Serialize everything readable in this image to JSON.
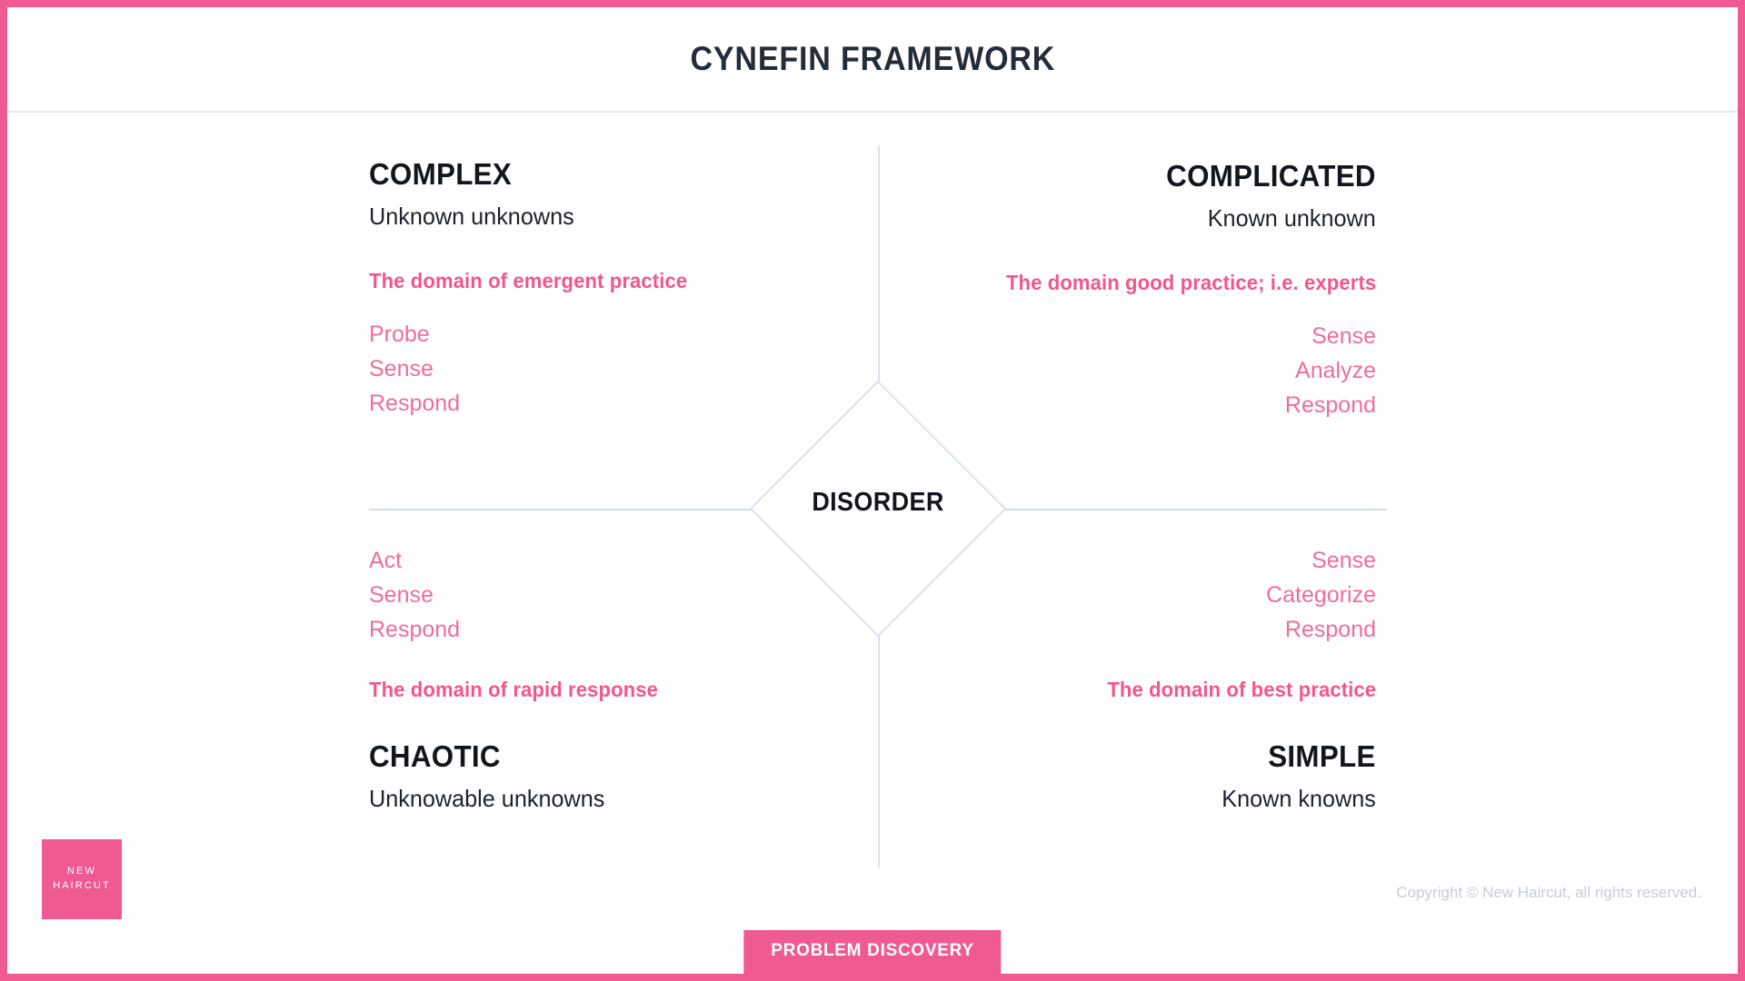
{
  "header": {
    "title": "CYNEFIN FRAMEWORK"
  },
  "center": {
    "label": "DISORDER"
  },
  "quadrants": {
    "complex": {
      "heading": "COMPLEX",
      "subtitle": "Unknown unknowns",
      "tagline": "The domain of emergent practice",
      "actions": [
        "Probe",
        "Sense",
        "Respond"
      ]
    },
    "complicated": {
      "heading": "COMPLICATED",
      "subtitle": "Known unknown",
      "tagline": "The domain good practice; i.e. experts",
      "actions": [
        "Sense",
        "Analyze",
        "Respond"
      ]
    },
    "chaotic": {
      "heading": "CHAOTIC",
      "subtitle": "Unknowable unknowns",
      "tagline": "The domain of rapid response",
      "actions": [
        "Act",
        "Sense",
        "Respond"
      ]
    },
    "simple": {
      "heading": "SIMPLE",
      "subtitle": "Known knowns",
      "tagline": "The domain of best practice",
      "actions": [
        "Sense",
        "Categorize",
        "Respond"
      ]
    }
  },
  "footer": {
    "logo_line1": "NEW",
    "logo_line2": "HAIRCUT",
    "copyright": "Copyright © New Haircut, all rights reserved.",
    "tab_label": "PROBLEM DISCOVERY"
  },
  "colors": {
    "brand_pink": "#ef5a93",
    "tagline_pink": "#f2568f",
    "action_pink": "#ef6d9e",
    "heading_dark": "#12161d",
    "title_navy": "#232c3b",
    "divider_blue": "#d9e2ef",
    "copyright_grey": "#c8ccd6"
  }
}
